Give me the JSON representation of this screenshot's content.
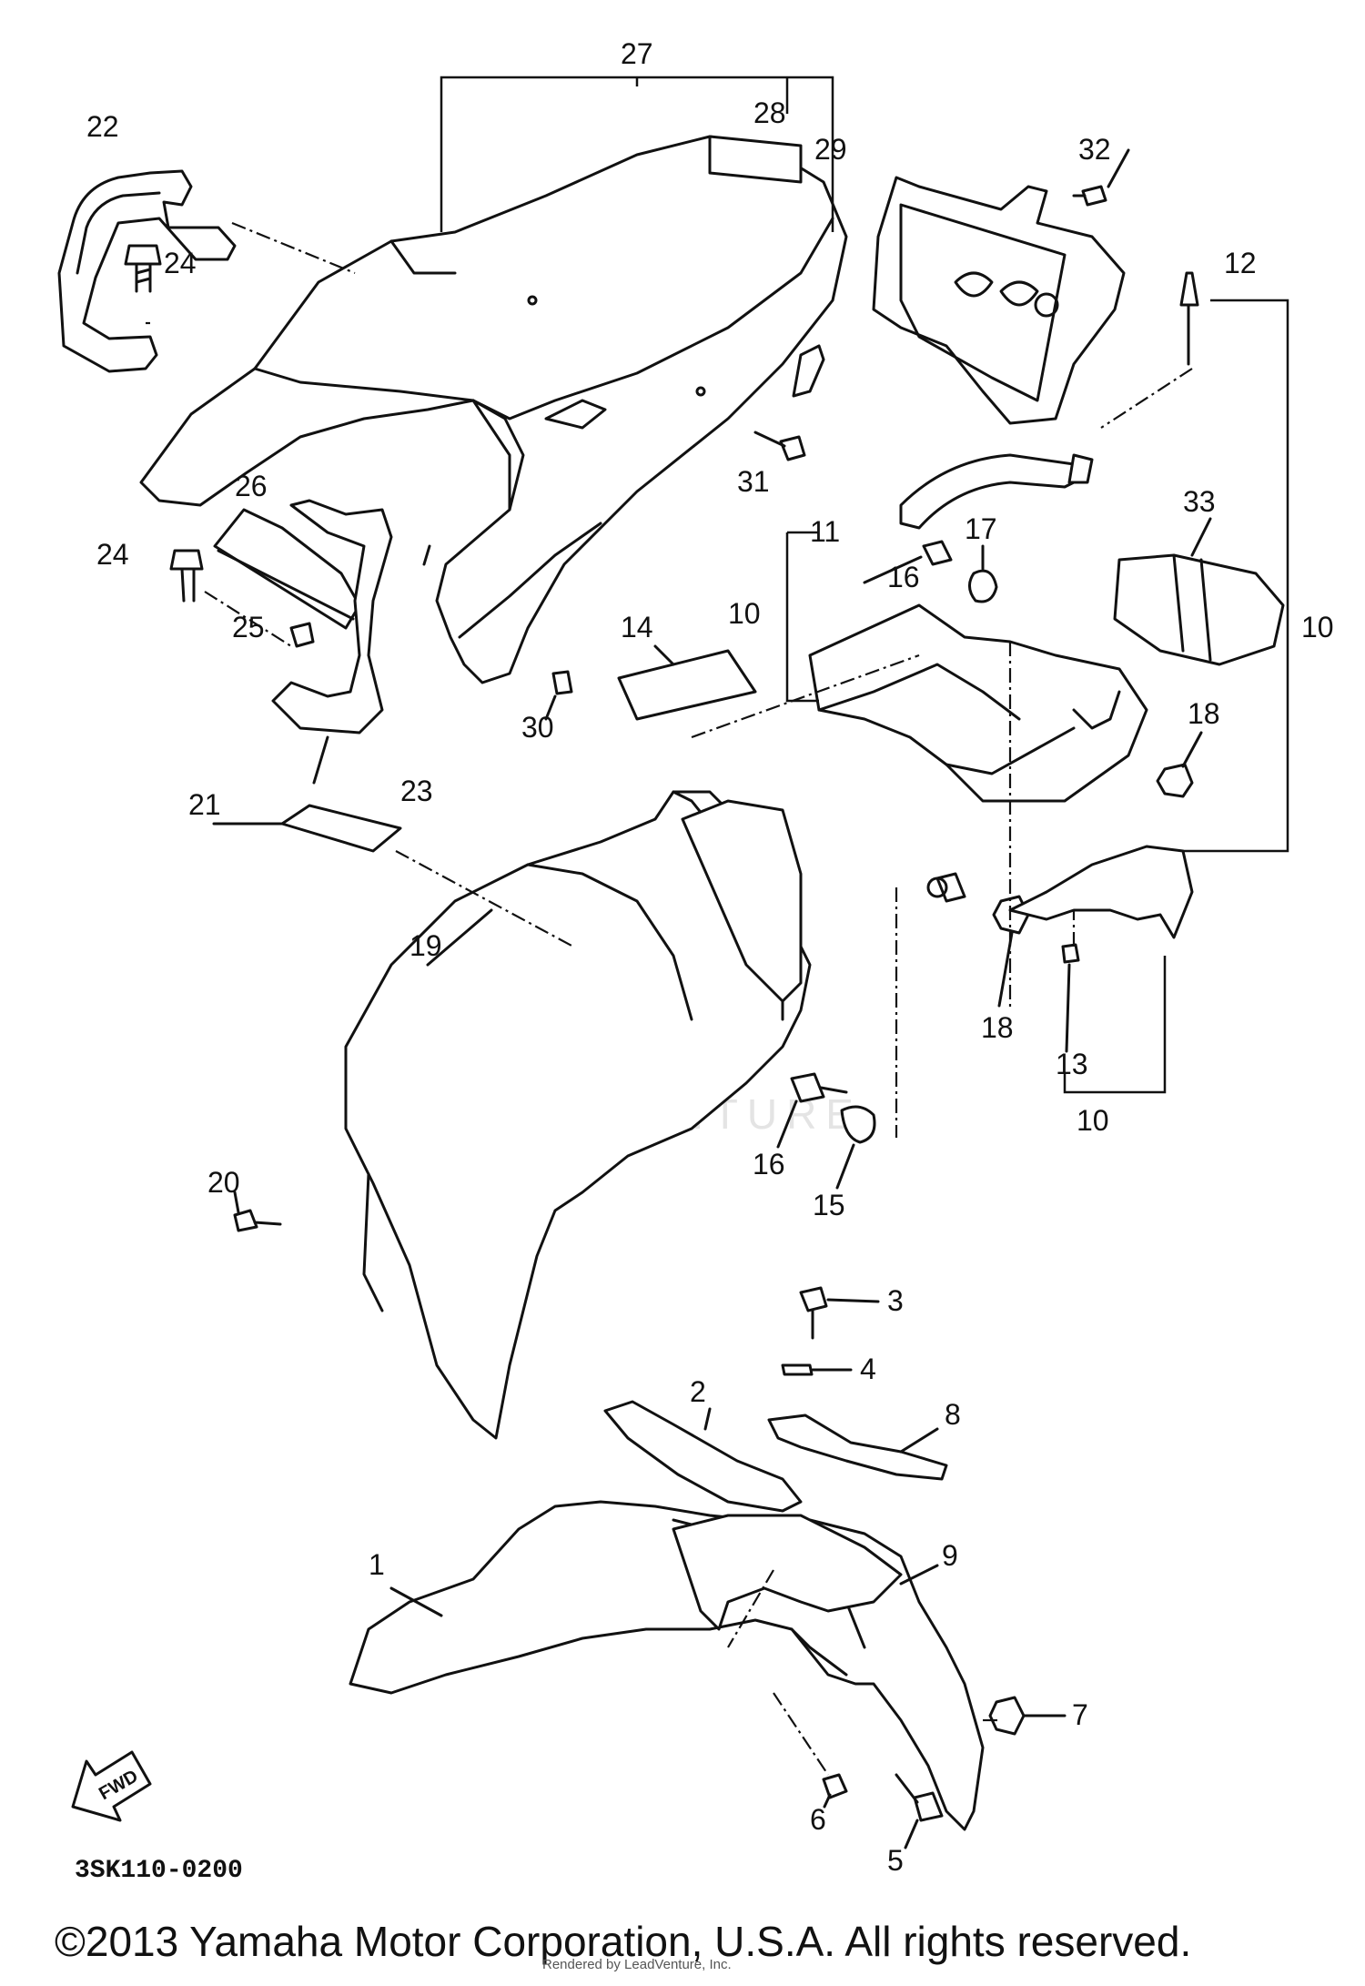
{
  "diagram": {
    "diagram_code": "3SK110-0200",
    "copyright": "©2013 Yamaha Motor Corporation, U.S.A. All rights reserved.",
    "render_credit": "Rendered by LeadVenture, Inc.",
    "watermark": "LEADVENTURE",
    "fwd_label": "FWD",
    "callouts": [
      "27",
      "28",
      "29",
      "22",
      "24",
      "32",
      "12",
      "31",
      "11",
      "17",
      "16",
      "33",
      "24",
      "26",
      "25",
      "10",
      "14",
      "10",
      "30",
      "18",
      "23",
      "21",
      "19",
      "18",
      "13",
      "10",
      "16",
      "15",
      "20",
      "3",
      "4",
      "2",
      "8",
      "1",
      "9",
      "7",
      "6",
      "5"
    ]
  }
}
